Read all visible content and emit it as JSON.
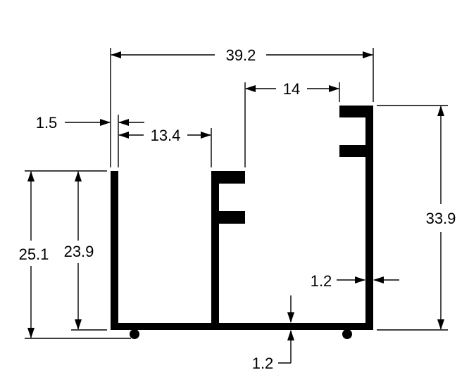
{
  "drawing": {
    "profile_name": "",
    "dimensions": {
      "overall_width": "39.2",
      "slot_width": "14",
      "wall_thickness_left": "1.5",
      "channel_width": "13.4",
      "right_height": "33.9",
      "outer_left_height": "25.1",
      "inner_left_height": "23.9",
      "right_wall_thickness": "1.2",
      "base_thickness": "1.2"
    }
  }
}
